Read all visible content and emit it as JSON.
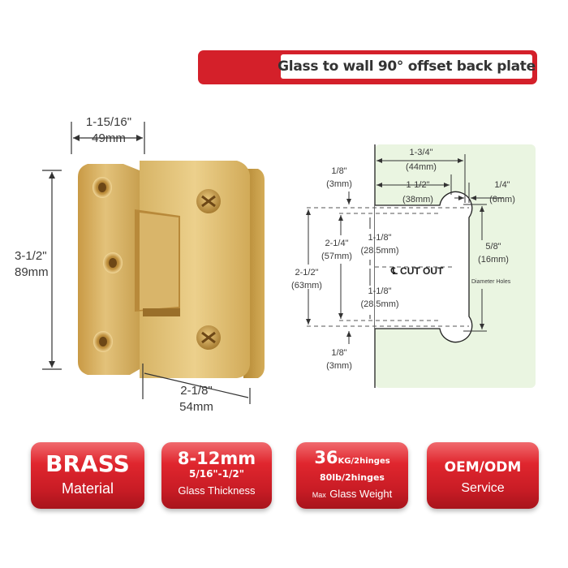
{
  "header": {
    "title": "Glass to wall 90° offset back plate"
  },
  "photo_dims": {
    "width_top_in": "1-15/16\"",
    "width_top_mm": "49mm",
    "height_in": "3-1/2\"",
    "height_mm": "89mm",
    "width_bottom_in": "2-1/8\"",
    "width_bottom_mm": "54mm"
  },
  "drawing": {
    "w_1_3_4_in": "1-3/4\"",
    "w_1_3_4_mm": "(44mm)",
    "w_1_1_2_in": "1-1/2\"",
    "w_1_1_2_mm": "(38mm)",
    "w_1_4_in": "1/4\"",
    "w_1_4_mm": "(6mm)",
    "top_1_8_in": "1/8\"",
    "top_1_8_mm": "(3mm)",
    "h_2_1_4_in": "2-1/4\"",
    "h_2_1_4_mm": "(57mm)",
    "h_2_1_2_in": "2-1/2\"",
    "h_2_1_2_mm": "(63mm)",
    "upper_1_1_8_in": "1-1/8\"",
    "upper_1_1_8_mm": "(28.5mm)",
    "lower_1_1_8_in": "1-1/8\"",
    "lower_1_1_8_mm": "(28.5mm)",
    "cut_out": "℄ CUT OUT",
    "hole_in": "5/8\"",
    "hole_mm": "(16mm)",
    "hole_note": "Diameter Holes",
    "bottom_1_8_in": "1/8\"",
    "bottom_1_8_mm": "(3mm)"
  },
  "badges": [
    {
      "main": "BRASS",
      "sub": "Material"
    },
    {
      "main": "8-12mm",
      "mid": "5/16\"-1/2\"",
      "sub": "Glass Thickness"
    },
    {
      "main_num": "36",
      "main_unit": "KG/2hinges",
      "mid": "80lb/2hinges",
      "sub_small": "Max",
      "sub": "Glass Weight"
    },
    {
      "main": "OEM/ODM",
      "sub": "Service"
    }
  ],
  "colors": {
    "accent_red": "#d4202a",
    "brass": "#d2ab55",
    "glass_panel": "#eaf5e1"
  }
}
